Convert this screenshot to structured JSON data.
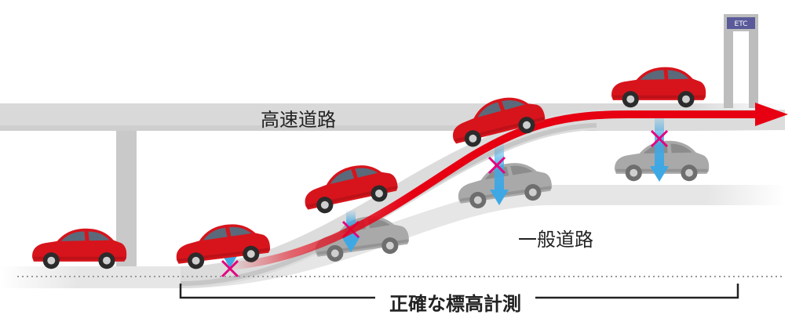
{
  "labels": {
    "highway": "高速道路",
    "local_road": "一般道路",
    "measurement": "正確な標高計測",
    "etc_sign": "ETC"
  },
  "colors": {
    "road": "#d9d9d9",
    "road_edge": "#c4c4c4",
    "pillar": "#c9c9c9",
    "route_arrow": "#e60012",
    "car_red": "#d7141c",
    "car_gray": "#a9a9a9",
    "down_arrow": "#3ea8e5",
    "cross_mark": "#e4007f",
    "ground_line": "#999999",
    "text": "#222222"
  },
  "icons": {
    "car": "car-icon",
    "down_arrow": "down-arrow-icon",
    "cross": "cross-mark-icon"
  }
}
